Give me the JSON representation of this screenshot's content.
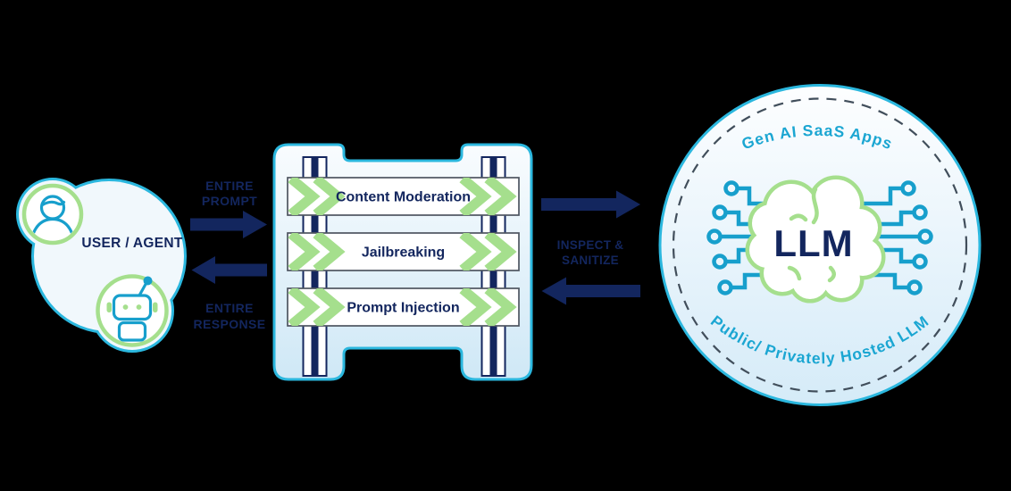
{
  "diagram": {
    "user_agent": {
      "label": "USER / AGENT",
      "icons": [
        "user-icon",
        "robot-icon"
      ]
    },
    "flow": {
      "entire_prompt": {
        "lines": [
          "ENTIRE",
          "PROMPT"
        ]
      },
      "entire_response": {
        "lines": [
          "ENTIRE",
          "RESPONSE"
        ]
      },
      "inspect_sanitize": {
        "lines": [
          "INSPECT &",
          "SANITIZE"
        ]
      }
    },
    "firewall": {
      "filters": [
        "Content Moderation",
        "Jailbreaking",
        "Prompt Injection"
      ]
    },
    "llm_circle": {
      "top_arc_label": "Gen AI SaaS Apps",
      "core_label": "LLM",
      "bottom_arc_label": "Public/ Privately Hosted LLM",
      "icon": "brain-circuit-icon"
    },
    "colors": {
      "background": "#000000",
      "navy": "#13265E",
      "cyan_border": "#2BB7DE",
      "icon_cyan": "#179FCC",
      "green": "#A5DF8D",
      "arc_text_cyan": "#1BA6D2",
      "bar_border": "#4E5560",
      "dashed_ring": "#414E5B"
    }
  }
}
